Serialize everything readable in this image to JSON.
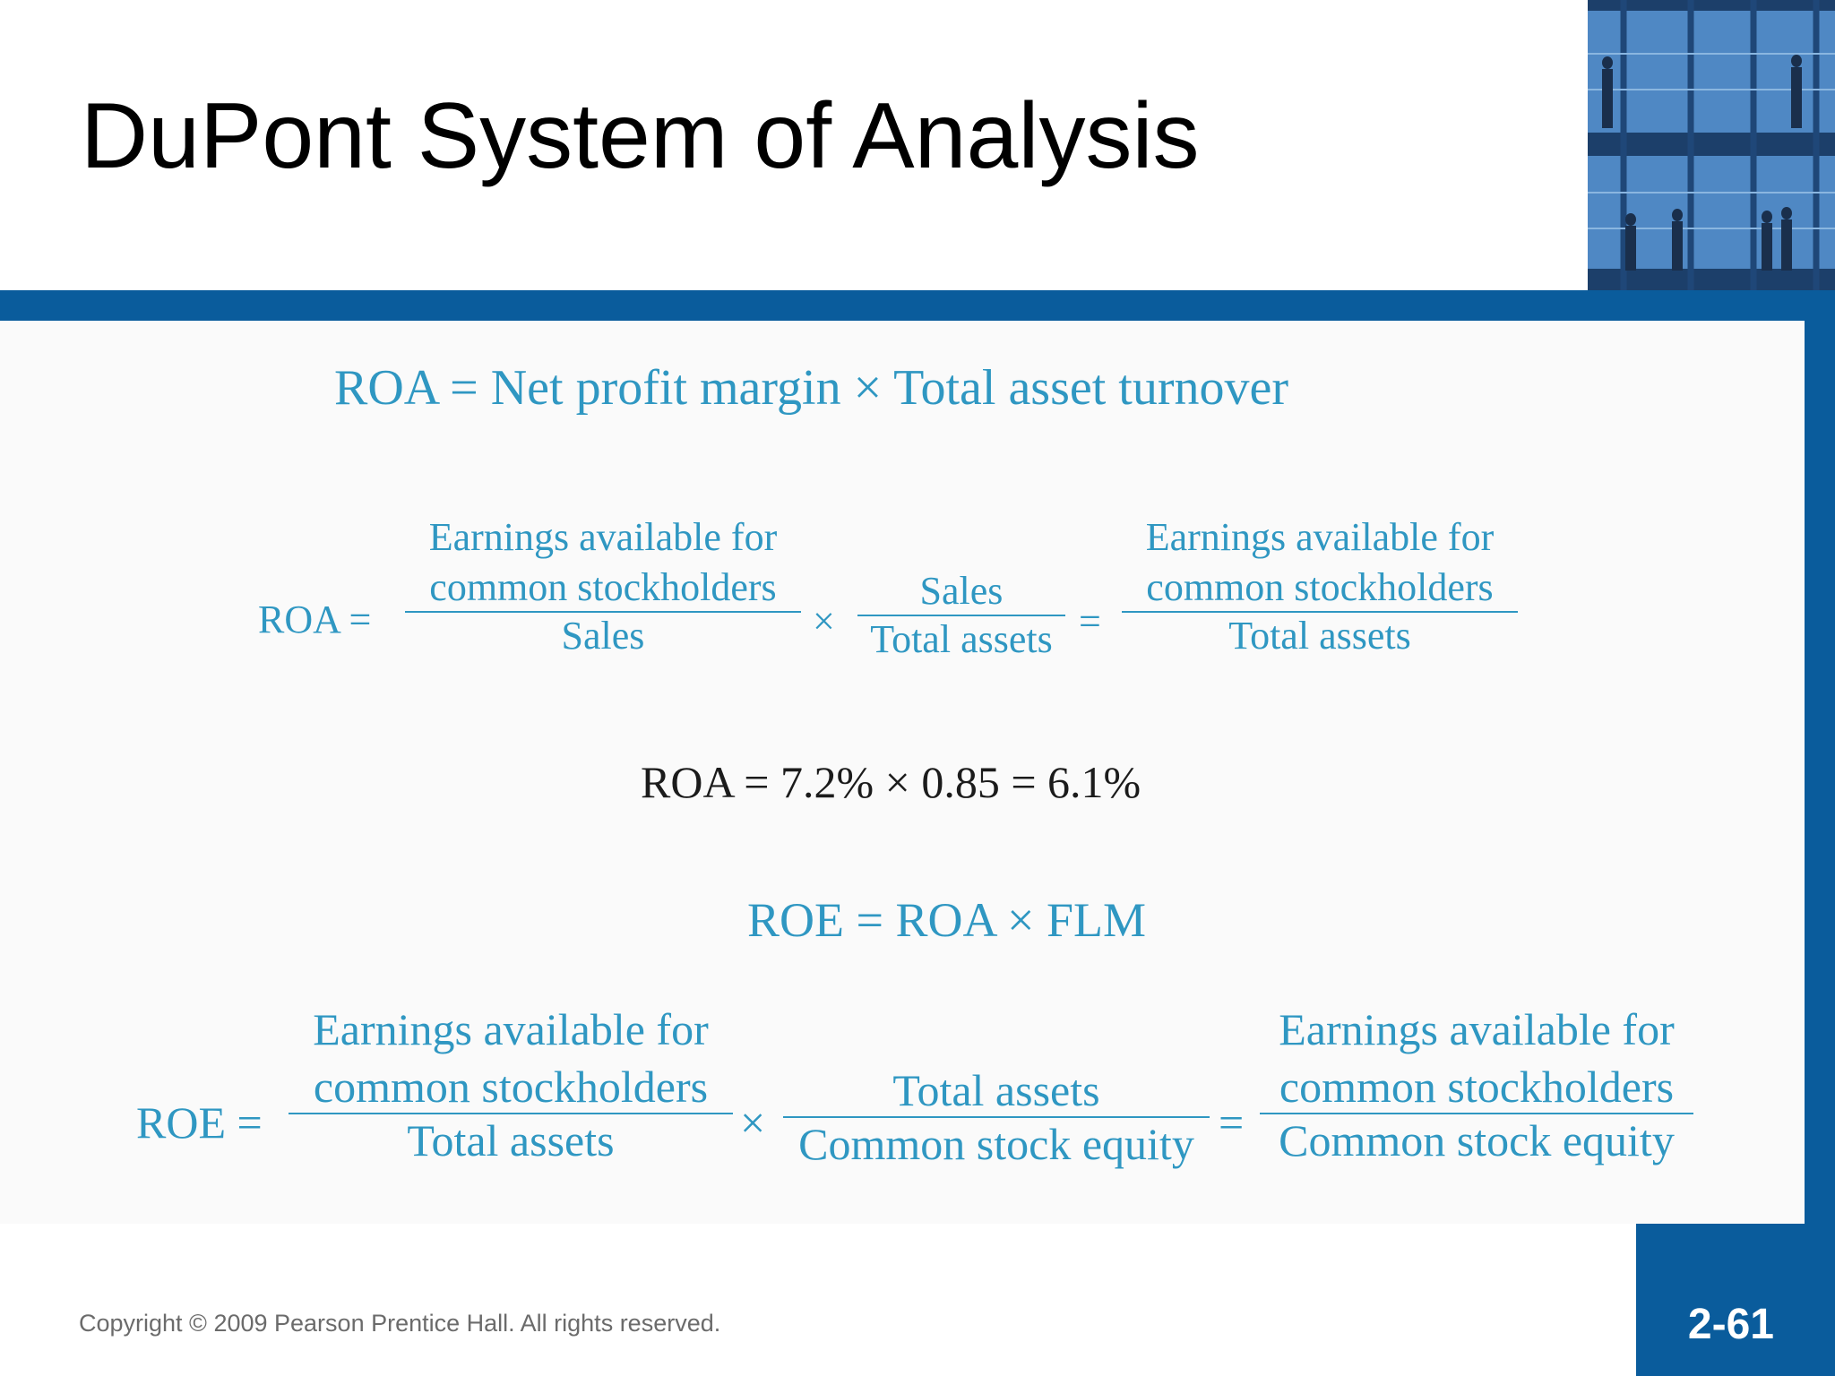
{
  "slide": {
    "title": "DuPont System of Analysis",
    "footer": "Copyright © 2009 Pearson Prentice Hall. All rights reserved.",
    "page_number": "2-61"
  },
  "formulas": {
    "roa_definition": "ROA = Net profit margin × Total asset turnover",
    "roa_expanded": {
      "lhs": "ROA =",
      "frac1_num_line1": "Earnings available for",
      "frac1_num_line2": "common stockholders",
      "frac1_den": "Sales",
      "times": "×",
      "frac2_num": "Sales",
      "frac2_den": "Total assets",
      "equals": "=",
      "frac3_num_line1": "Earnings available for",
      "frac3_num_line2": "common stockholders",
      "frac3_den": "Total assets"
    },
    "roa_example": "ROA = 7.2% × 0.85 = 6.1%",
    "roe_definition": "ROE = ROA × FLM",
    "roe_expanded": {
      "lhs": "ROE =",
      "frac1_num_line1": "Earnings available for",
      "frac1_num_line2": "common stockholders",
      "frac1_den": "Total assets",
      "times": "×",
      "frac2_num": "Total assets",
      "frac2_den": "Common stock equity",
      "equals": "=",
      "frac3_num_line1": "Earnings available for",
      "frac3_num_line2": "common stockholders",
      "frac3_den": "Common stock equity"
    }
  },
  "colors": {
    "accent_blue": "#0a5c9c",
    "formula_blue": "#2f97c2"
  }
}
